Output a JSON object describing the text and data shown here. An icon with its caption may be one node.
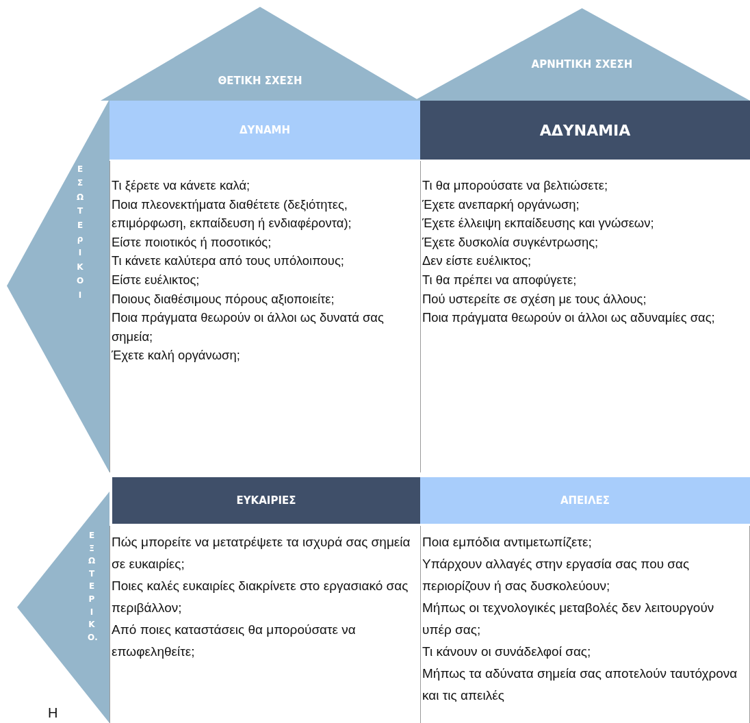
{
  "diagram": {
    "nodes": [
      {
        "text": [
          "ΘΕΤΙΚΗ ΣΧΕΣΗ"
        ]
      },
      {
        "text": [
          "ΑΡΝΗΤΙΚΗ ΣΧΕΣΗ"
        ]
      },
      {
        "text": [
          "ΕΣΩΤΕρΙΚΟΙ"
        ]
      },
      {
        "text": [
          "ΕΞΩΤΕΡΙΚΟ."
        ]
      },
      {
        "text": [
          "ΔΥΝΑΜΗ"
        ]
      },
      {
        "text": [
          "ΑΔΥΝΑΜΙΑ"
        ]
      },
      {
        "text": [
          "Τι ξέρετε να κάνετε καλά;",
          "Ποια πλεονεκτήματα διαθέτετε (δεξιότητες, επιμόρφωση, εκπαίδευση ή ενδιαφέροντα);",
          "Είστε ποιοτικός ή ποσοτικός;",
          "Τι κάνετε καλύτερα από τους υπόλοιπους;",
          "Είστε ευέλικτος;",
          "Ποιους διαθέσιμους πόρους αξιοποιείτε;",
          "Ποια πράγματα θεωρούν οι άλλοι ως δυνατά σας σημεία;",
          "Έχετε καλή οργάνωση;"
        ]
      },
      {
        "text": [
          "Τι θα μπορούσατε να βελτιώσετε;",
          "Έχετε ανεπαρκή οργάνωση;",
          "Έχετε έλλειψη εκπαίδευσης και γνώσεων;",
          "Έχετε δυσκολία συγκέντρωσης;",
          "Δεν είστε ευέλικτος;",
          "Τι θα πρέπει να αποφύγετε;",
          "Πού υστερείτε σε σχέση με τους άλλους;",
          "Ποια πράγματα θεωρούν οι άλλοι ως αδυναμίες σας;"
        ]
      },
      {
        "text": [
          "ΕΥΚΑΙΡΙΕΣ"
        ]
      },
      {
        "text": [
          "ΑΠΕΙΛΕΣ"
        ]
      },
      {
        "text": [
          "Πώς μπορείτε να μετατρέψετε τα ισχυρά σας σημεία σε ευκαιρίες;",
          "Ποιες καλές ευκαιρίες διακρίνετε στο εργασιακό σας περιβάλλον;",
          "Από ποιες καταστάσεις θα μπορούσατε να επωφεληθείτε;"
        ]
      },
      {
        "text": [
          "Ποια εμπόδια αντιμετωπίζετε;",
          "Υπάρχουν αλλαγές στην εργασία σας που σας περιορίζουν ή σας δυσκολεύουν;",
          "Μήπως οι τεχνολογικές μεταβολές δεν λειτουργούν υπέρ σας;",
          "Τι κάνουν οι συνάδελφοί σας;",
          "Μήπως τα αδύνατα σημεία σας αποτελούν ταυτόχρονα και τις απειλές"
        ]
      }
    ],
    "labels": [
      "Η"
    ]
  }
}
